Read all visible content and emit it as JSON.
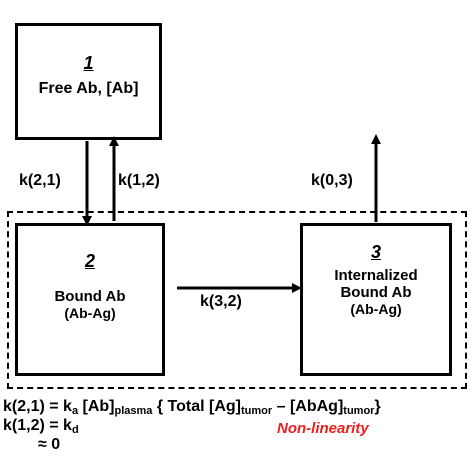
{
  "boxes": {
    "free": {
      "num": "1",
      "line1": "Free Ab, [Ab]"
    },
    "bound": {
      "num": "2",
      "line1": "Bound Ab",
      "line2": "(Ab-Ag)"
    },
    "internalized": {
      "num": "3",
      "line1": "Internalized",
      "line2": "Bound Ab",
      "line3": "(Ab-Ag)"
    }
  },
  "rates": {
    "k21": "k(2,1)",
    "k12": "k(1,2)",
    "k03": "k(0,3)",
    "k32": "k(3,2)"
  },
  "equations": {
    "eq1": {
      "lhs": "k(2,1) = k",
      "ka_sub": "a",
      "ab": " [Ab]",
      "plasma_sub": "plasma",
      "mid": " { Total [Ag]",
      "tumor_sub1": "tumor",
      "minus": " – [AbAg]",
      "tumor_sub2": "tumor",
      "end": "}"
    },
    "eq2": {
      "lhs": "k(1,2) = k",
      "kd_sub": "d"
    },
    "eq3": "≈ 0"
  },
  "annotation": {
    "text": "Non-linearity",
    "color": "#e8201e"
  }
}
